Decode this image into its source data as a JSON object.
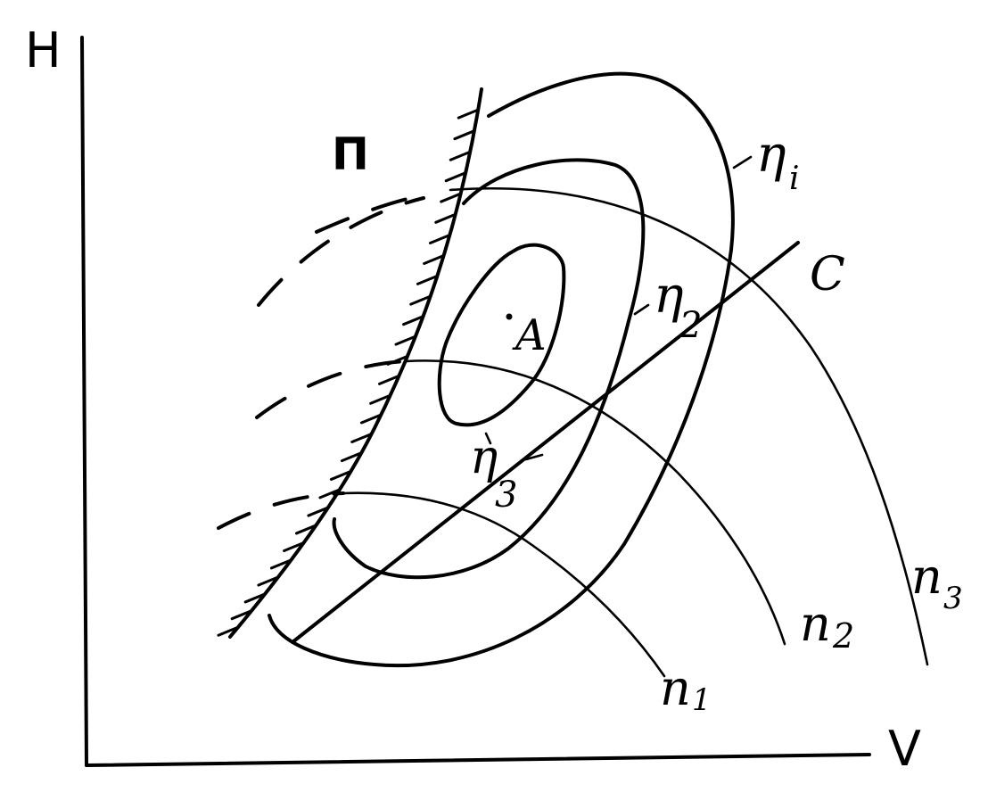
{
  "labels": {
    "axis_h": "H",
    "axis_v": "V",
    "region_p": "П",
    "optimum": "A",
    "line_c": "C",
    "eta_1": "η",
    "eta_1_sub": "i",
    "eta_2": "η",
    "eta_2_sub": "2",
    "eta_3": "η",
    "eta_3_sub": "3",
    "n_1": "n",
    "n_1_sub": "1",
    "n_2": "n",
    "n_2_sub": "2",
    "n_3": "n",
    "n_3_sub": "3"
  },
  "colors": {
    "ink": "#000000",
    "background": "#ffffff"
  }
}
